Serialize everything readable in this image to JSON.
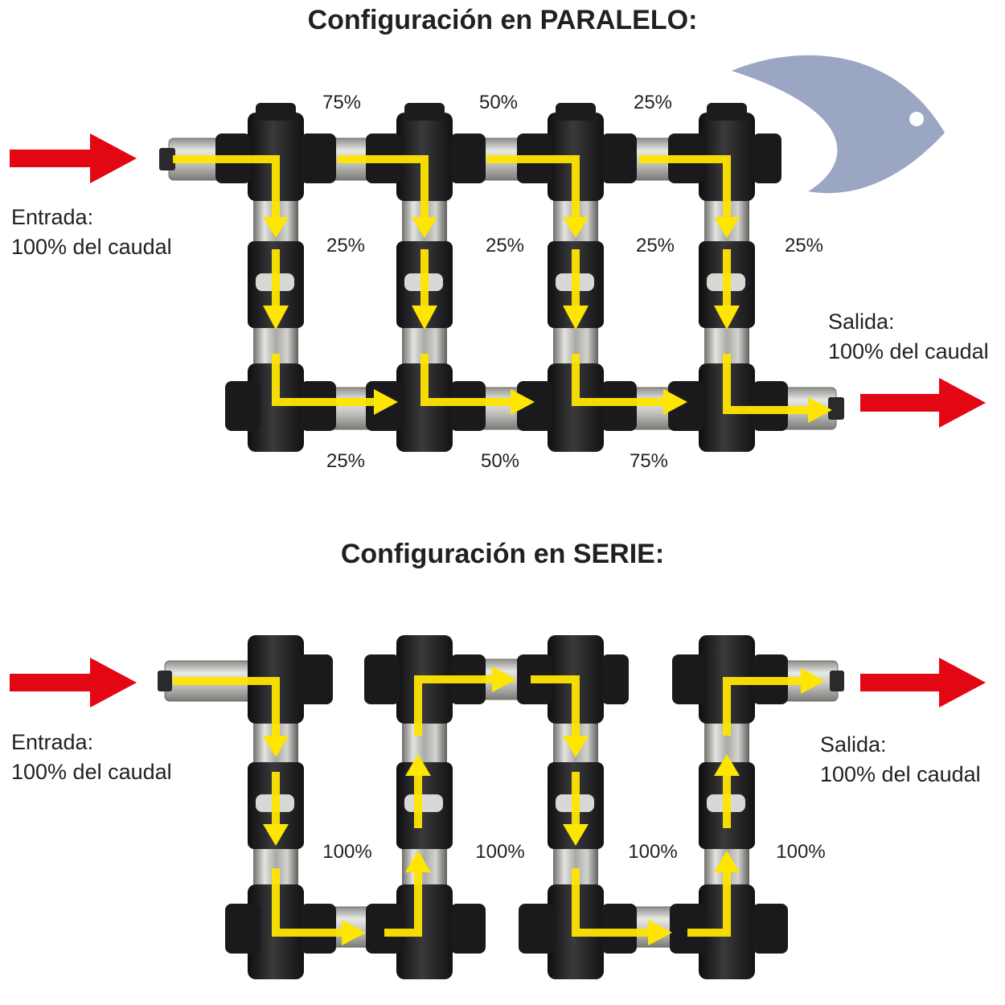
{
  "parallel": {
    "title": "Configuración en PARALELO:",
    "inlet": {
      "line1": "Entrada:",
      "line2": "100% del caudal"
    },
    "outlet": {
      "line1": "Salida:",
      "line2": "100% del caudal"
    },
    "top_flows": [
      "75%",
      "50%",
      "25%"
    ],
    "vertical_flows": [
      "25%",
      "25%",
      "25%",
      "25%"
    ],
    "bottom_flows": [
      "25%",
      "50%",
      "75%"
    ]
  },
  "series": {
    "title": "Configuración en SERIE:",
    "inlet": {
      "line1": "Entrada:",
      "line2": "100% del caudal"
    },
    "outlet": {
      "line1": "Salida:",
      "line2": "100% del caudal"
    },
    "vertical_flows": [
      "100%",
      "100%",
      "100%",
      "100%"
    ]
  },
  "colors": {
    "arrow_red": "#e30613",
    "flow_yellow": "#ffe600",
    "pipe_dark": "#1f1f21",
    "steel": "#b9b9b6",
    "logo_blue": "#9ba6c3"
  },
  "icons": {
    "logo": "fish-logo-icon",
    "flow": "yellow-flow-arrow",
    "io": "red-arrow-icon"
  }
}
